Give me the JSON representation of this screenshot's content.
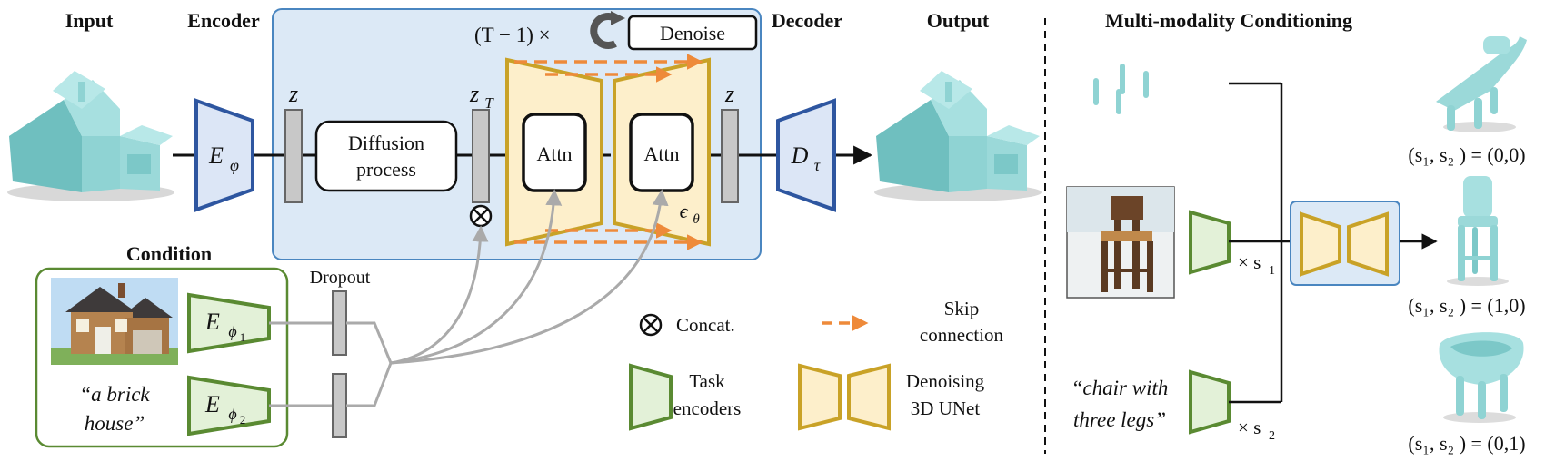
{
  "headers": {
    "input": "Input",
    "encoder": "Encoder",
    "decoder": "Decoder",
    "output": "Output",
    "multimodal": "Multi-modality Conditioning",
    "condition": "Condition"
  },
  "blocks": {
    "encoder_symbol": "E",
    "encoder_sub": "φ",
    "decoder_symbol": "D",
    "decoder_sub": "τ",
    "latent_z_left": "z",
    "latent_zT": "z",
    "latent_zT_sub": "T",
    "latent_z_right": "z",
    "diffusion_line1": "Diffusion",
    "diffusion_line2": "process",
    "attn1": "Attn",
    "attn2": "Attn",
    "epsilon_symbol": "ϵ",
    "epsilon_sub": "θ",
    "loop_label": "(T − 1) ×",
    "denoise": "Denoise",
    "dropout": "Dropout"
  },
  "condition": {
    "text_line1": "“a brick",
    "text_line2": "house”",
    "enc1_symbol": "E",
    "enc1_sub": "ϕ",
    "enc1_subsub": "1",
    "enc2_symbol": "E",
    "enc2_sub": "ϕ",
    "enc2_subsub": "2"
  },
  "legend": {
    "concat_symbol": "⊗",
    "concat": "Concat.",
    "skip_line1": "Skip",
    "skip_line2": "connection",
    "task_line1": "Task",
    "task_line2": "encoders",
    "unet_line1": "Denoising",
    "unet_line2": "3D UNet"
  },
  "multimodal": {
    "text_line1": "“chair with",
    "text_line2": "three legs”",
    "scale1": "× s",
    "scale1_sub": "1",
    "scale2": "× s",
    "scale2_sub": "2",
    "result1": "(s₁, s₂ ) = (0,0)",
    "result2": "(s₁, s₂ ) = (1,0)",
    "result3": "(s₁, s₂ ) = (0,1)"
  },
  "colors": {
    "encoder_blue": "#2E56A0",
    "panel_blue": "#DCE9F6",
    "panel_border": "#4A86C0",
    "task_green": "#5A8A32",
    "green_fill": "#E3F1D8",
    "unet_gold": "#C9A227",
    "unet_fill": "#FDEFCB",
    "skip_orange": "#EE8A3A",
    "latent_gray": "#C8C8C8",
    "gray_line": "#AAAAAA",
    "shape_teal": "#8FD3D3"
  }
}
